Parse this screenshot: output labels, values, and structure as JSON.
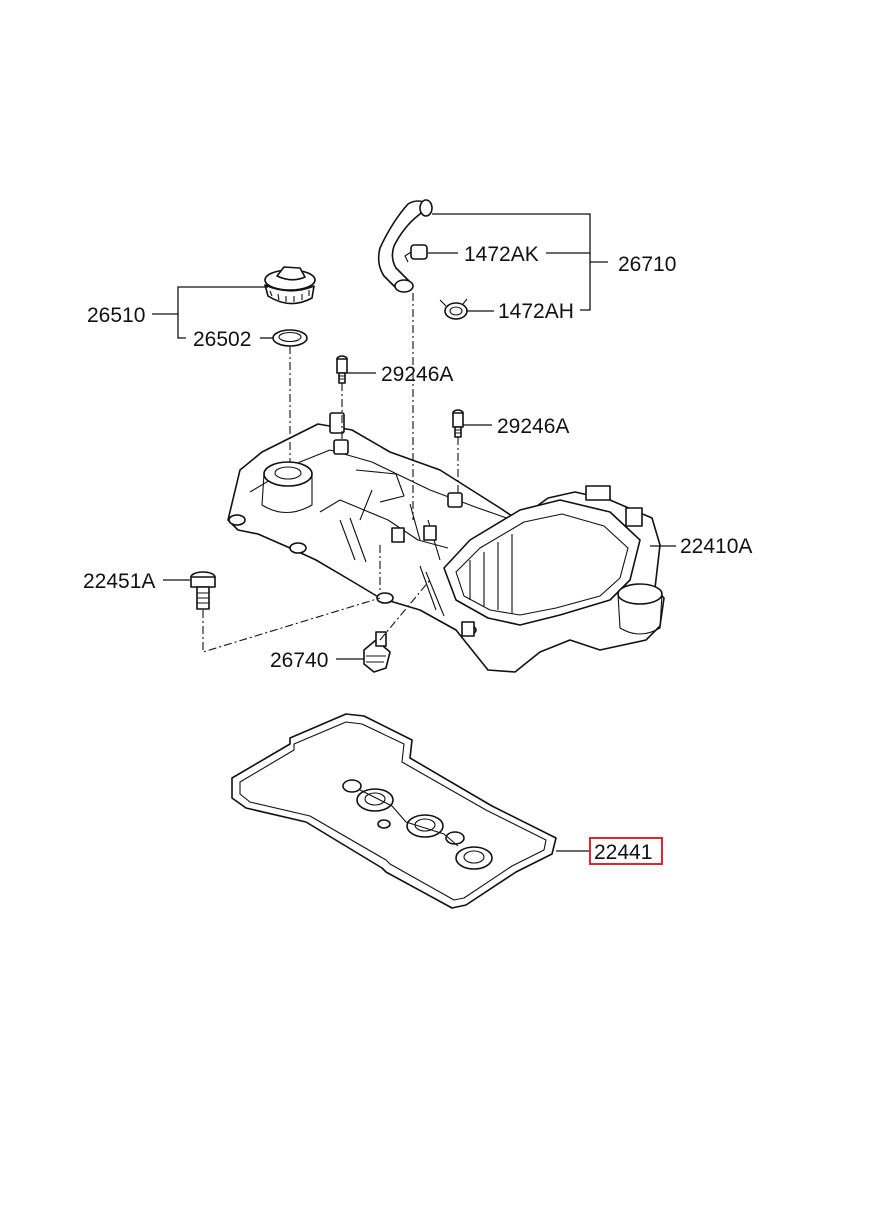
{
  "diagram": {
    "labels": {
      "oil_cap": "26510",
      "cap_gasket": "26502",
      "pcv_hose": "26710",
      "clamp_upper": "1472AK",
      "clamp_lower": "1472AH",
      "stud_upper": "29246A",
      "stud_lower": "29246A",
      "rocker_cover": "22410A",
      "bolt": "22451A",
      "pcv_valve": "26740",
      "cover_gasket": "22441"
    },
    "highlighted_label": "22441",
    "colors": {
      "highlight": "#e0262e",
      "line": "#111111"
    }
  }
}
